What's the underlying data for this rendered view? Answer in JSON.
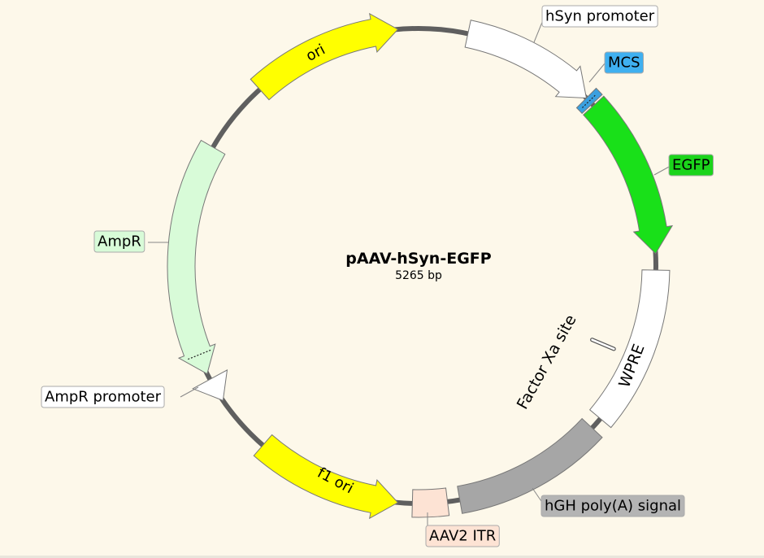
{
  "plasmid": {
    "name": "pAAV-hSyn-EGFP",
    "length_label": "5265 bp",
    "backbone_color": "#5f5f5f"
  },
  "features": [
    {
      "id": "hsyn-promoter",
      "label": "hSyn promoter",
      "fill": "#ffffff",
      "label_bg": "#ffffff",
      "arrow": true
    },
    {
      "id": "mcs",
      "label": "MCS",
      "fill": "#3aa0e0",
      "label_bg": "#3fb0f0",
      "arrow": false
    },
    {
      "id": "egfp",
      "label": "EGFP",
      "fill": "#19e019",
      "label_bg": "#1bd41b",
      "arrow": true
    },
    {
      "id": "wpre",
      "label": "WPRE",
      "fill": "#ffffff",
      "arrow": false
    },
    {
      "id": "factor-xa-site",
      "label": "Factor Xa site",
      "fill": "#ffffff",
      "arrow": false
    },
    {
      "id": "hgh-polya",
      "label": "hGH poly(A) signal",
      "fill": "#a6a6a6",
      "label_bg": "#b4b4b4",
      "arrow": false
    },
    {
      "id": "aav2-itr",
      "label": "AAV2 ITR",
      "fill": "#fde3d4",
      "label_bg": "#fde3d4",
      "arrow": false
    },
    {
      "id": "f1-ori",
      "label": "f1 ori",
      "fill": "#ffff00",
      "arrow": true
    },
    {
      "id": "ampr-promoter",
      "label": "AmpR promoter",
      "fill": "#ffffff",
      "label_bg": "#ffffff",
      "arrow": true
    },
    {
      "id": "ampr",
      "label": "AmpR",
      "fill": "#d8fbd8",
      "label_bg": "#d8fbd8",
      "arrow": true
    },
    {
      "id": "ori",
      "label": "ori",
      "fill": "#ffff00",
      "arrow": true
    }
  ]
}
